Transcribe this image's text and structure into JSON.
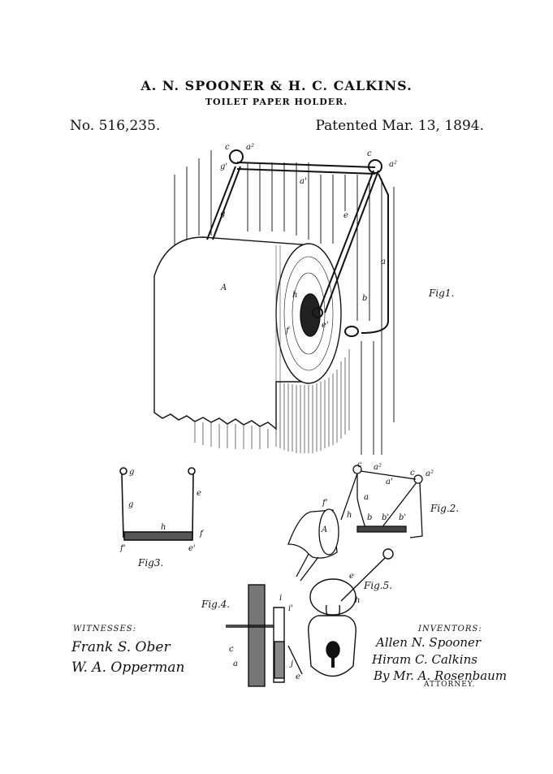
{
  "header": {
    "inventors_line": "A. N. SPOONER & H. C. CALKINS.",
    "title": "TOILET PAPER HOLDER.",
    "patent_number": "No. 516,235.",
    "patent_date": "Patented Mar. 13, 1894."
  },
  "figures": {
    "fig1": "Fig1.",
    "fig2": "Fig.2.",
    "fig3": "Fig3.",
    "fig4": "Fig.4.",
    "fig5": "Fig.5."
  },
  "reference_letters": {
    "c": "c",
    "a": "a",
    "a2": "a²",
    "a1": "a'",
    "g": "g",
    "g1": "g'",
    "e": "e",
    "e1": "e'",
    "A": "A",
    "h": "h",
    "f": "f",
    "f1": "f'",
    "b": "b",
    "b1": "b'",
    "i": "i",
    "i1": "i'",
    "j": "j"
  },
  "witnesses": {
    "heading": "WITNESSES:",
    "signatures": [
      "Frank S. Ober",
      "W. A. Opperman"
    ]
  },
  "inventors": {
    "heading": "INVENTORS:",
    "signatures": [
      "Allen N. Spooner",
      "Hiram C. Calkins"
    ],
    "attorney_signature": "By Mr. A. Rosenbaum",
    "attorney_label": "ATTORNEY."
  },
  "colors": {
    "ink": "#111111",
    "paper": "#ffffff"
  }
}
